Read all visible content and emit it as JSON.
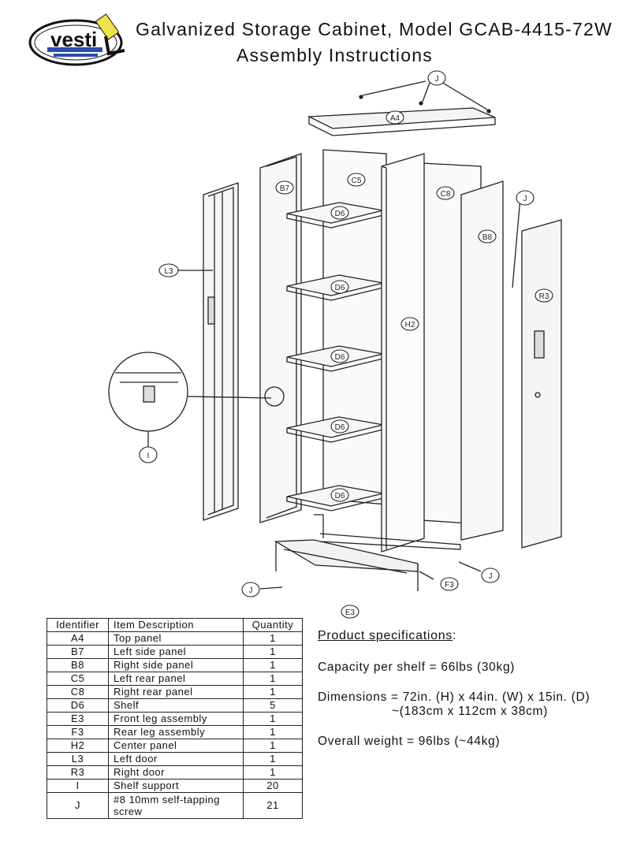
{
  "logo": {
    "text": "vesti"
  },
  "header": {
    "title_line1": "Galvanized Storage Cabinet, Model GCAB-4415-72W",
    "title_line2": "Assembly Instructions"
  },
  "diagram_labels": {
    "A4": "A4",
    "B7": "B7",
    "B8": "B8",
    "C5": "C5",
    "C8": "C8",
    "D6": "D6",
    "E3": "E3",
    "F3": "F3",
    "H2": "H2",
    "L3": "L3",
    "R3": "R3",
    "I": "I",
    "J": "J"
  },
  "parts_table": {
    "headers": [
      "Identifier",
      "Item Description",
      "Quantity"
    ],
    "rows": [
      [
        "A4",
        "Top panel",
        "1"
      ],
      [
        "B7",
        "Left side panel",
        "1"
      ],
      [
        "B8",
        "Right side panel",
        "1"
      ],
      [
        "C5",
        "Left rear panel",
        "1"
      ],
      [
        "C8",
        "Right rear panel",
        "1"
      ],
      [
        "D6",
        "Shelf",
        "5"
      ],
      [
        "E3",
        "Front leg assembly",
        "1"
      ],
      [
        "F3",
        "Rear leg assembly",
        "1"
      ],
      [
        "H2",
        "Center panel",
        "1"
      ],
      [
        "L3",
        "Left door",
        "1"
      ],
      [
        "R3",
        "Right door",
        "1"
      ],
      [
        "I",
        "Shelf support",
        "20"
      ],
      [
        "J",
        "#8 10mm self-tapping screw",
        "21"
      ]
    ]
  },
  "specs": {
    "heading": "Product specifications",
    "heading_colon": ":",
    "capacity": "Capacity per shelf = 66lbs (30kg)",
    "dimensions": "Dimensions = 72in. (H) x 44in. (W) x 15in. (D)",
    "dimensions_metric": "~(183cm x 112cm x 38cm)",
    "weight": "Overall weight = 96lbs (~44kg)"
  }
}
